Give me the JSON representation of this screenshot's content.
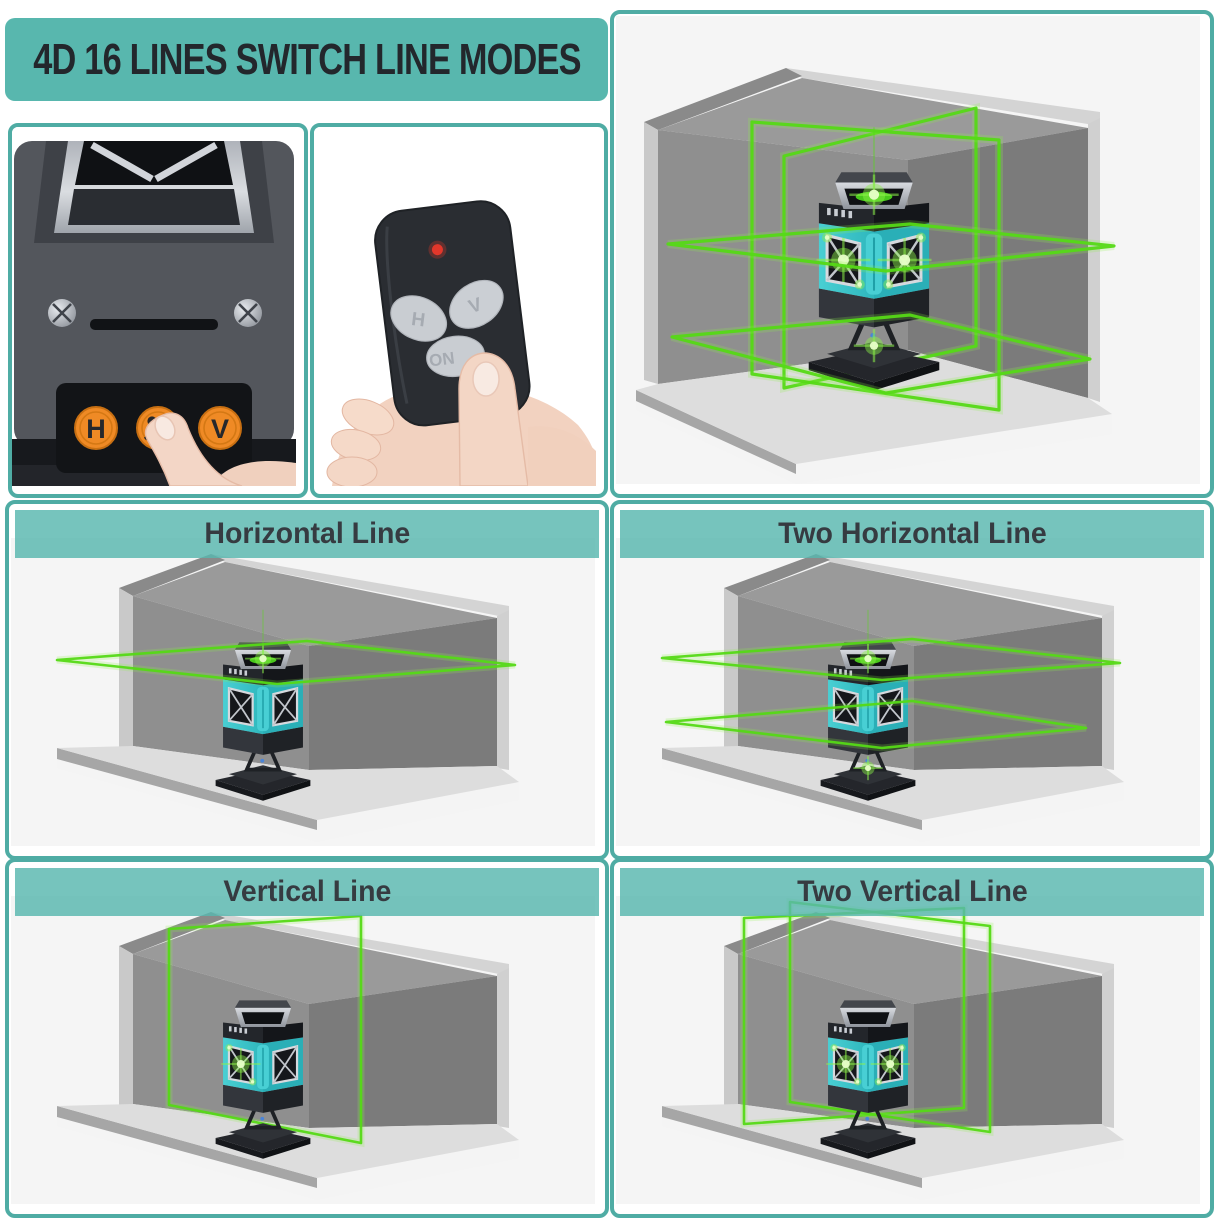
{
  "title": {
    "label": "4D 16 LINES SWITCH LINE MODES"
  },
  "colors": {
    "panel_border_teal": "#4FACA4",
    "banner_teal": "#58B7AE",
    "title_text": "#23272C",
    "caption_bar_teal": "rgba(88,183,174,0.82)",
    "caption_text": "#363B41",
    "laser_green": "#55D916",
    "laser_glow": "#8CF24A",
    "device_body_teal": "#3BC4C9",
    "button_orange": "#EF8A25",
    "remote_led_red": "#E2372B"
  },
  "device_photo": {
    "left_button_label": "H",
    "right_button_label": "V",
    "middle_button_icon": "laser-power-icon"
  },
  "remote_photo": {
    "button_h_label": "H",
    "button_v_label": "V",
    "button_on_label": "ON",
    "led": "red-indicator-led"
  },
  "panels": {
    "all": {
      "mode": "all"
    },
    "h1": {
      "caption": "Horizontal Line",
      "mode": "h1"
    },
    "h2": {
      "caption": "Two Horizontal Line",
      "mode": "h2"
    },
    "v1": {
      "caption": "Vertical Line",
      "mode": "v1"
    },
    "v2": {
      "caption": "Two Vertical Line",
      "mode": "v2"
    }
  }
}
